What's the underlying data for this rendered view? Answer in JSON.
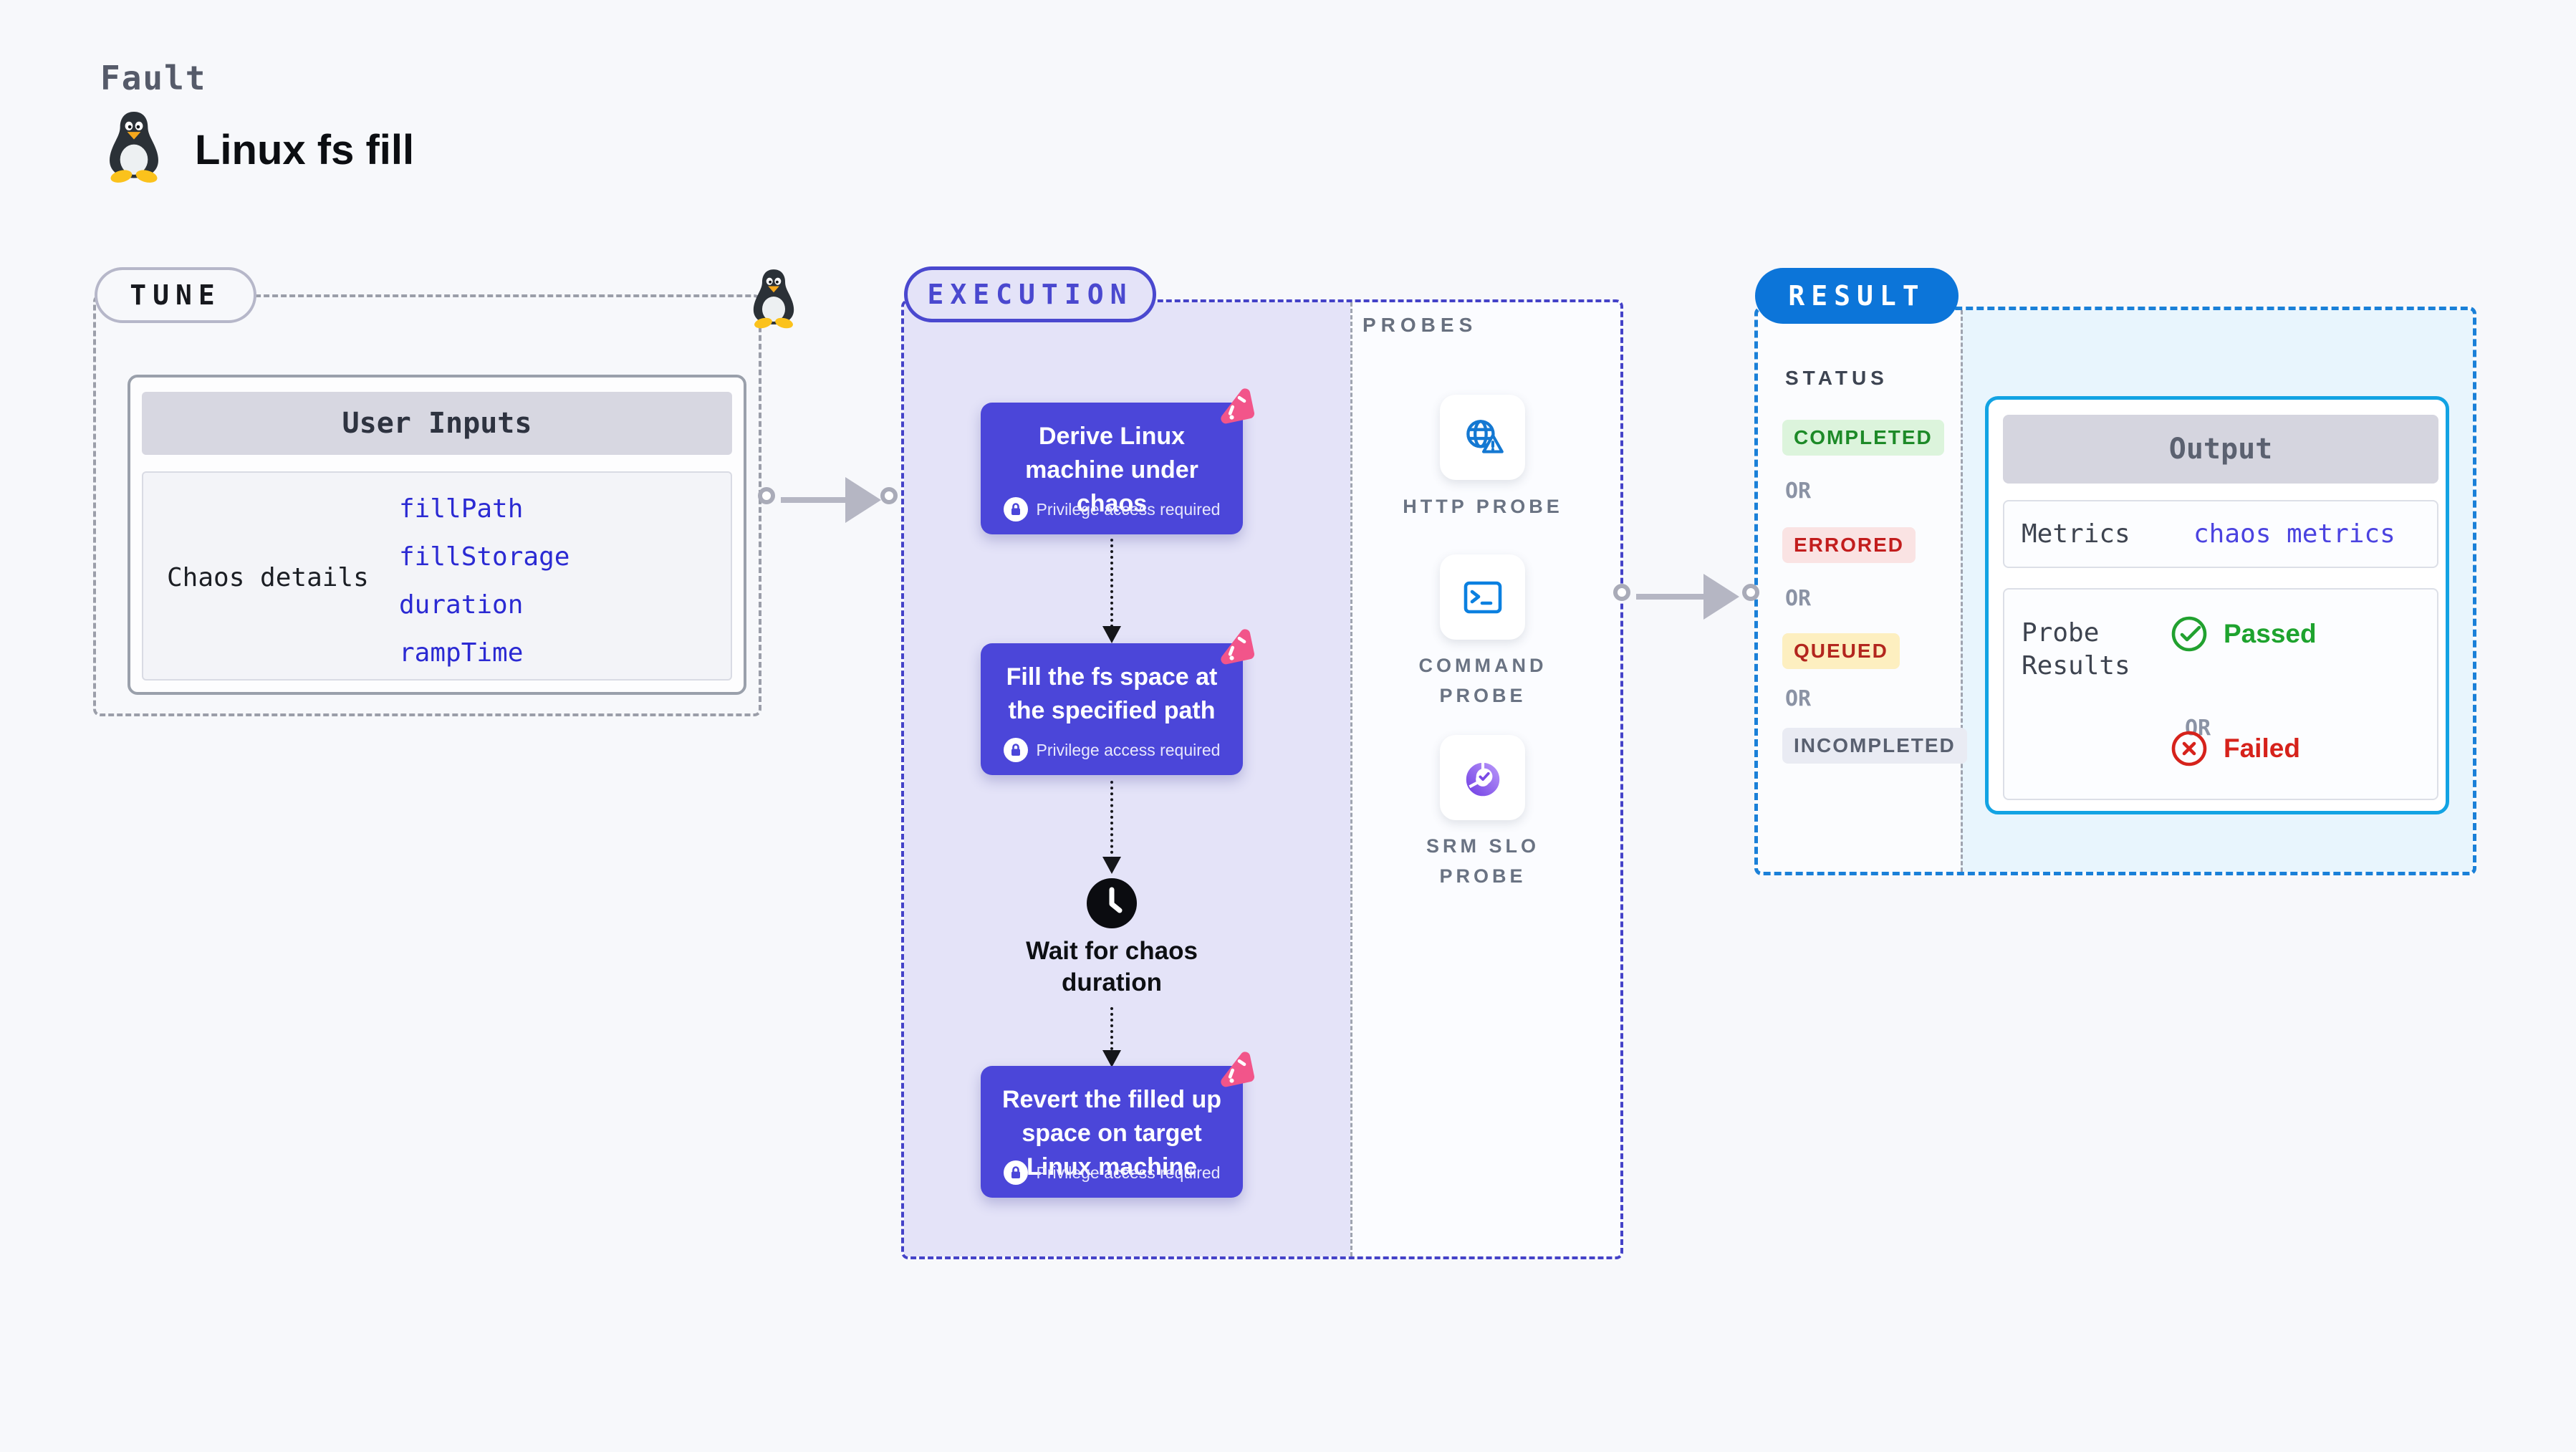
{
  "page": {
    "kicker": "Fault",
    "title": "Linux fs fill"
  },
  "tune": {
    "label": "TUNE",
    "user_inputs_title": "User Inputs",
    "chaos_details_label": "Chaos details",
    "params": [
      "fillPath",
      "fillStorage",
      "duration",
      "rampTime"
    ]
  },
  "execution": {
    "label": "EXECUTION",
    "steps": [
      {
        "title": "Derive Linux machine under chaos",
        "badge": "Privilege access required"
      },
      {
        "title": "Fill the fs space at the specified path",
        "badge": "Privilege access required"
      },
      {
        "title": "Revert the filled up space on target Linux machine",
        "badge": "Privilege access required"
      }
    ],
    "wait_label": "Wait for chaos duration"
  },
  "probes": {
    "label": "PROBES",
    "items": [
      {
        "name": "HTTP PROBE",
        "icon": "globe-alert-icon"
      },
      {
        "name": "COMMAND PROBE",
        "icon": "terminal-icon"
      },
      {
        "name": "SRM SLO PROBE",
        "icon": "slo-donut-icon"
      }
    ]
  },
  "result": {
    "label": "RESULT",
    "status_label": "STATUS",
    "or_label": "OR",
    "statuses": [
      {
        "label": "COMPLETED",
        "fg": "#1d8a28",
        "bg": "#dcf4dc"
      },
      {
        "label": "ERRORED",
        "fg": "#c21d1d",
        "bg": "#fae3e3"
      },
      {
        "label": "QUEUED",
        "fg": "#b3261e",
        "bg": "#fdefc0"
      },
      {
        "label": "INCOMPLETED",
        "fg": "#596070",
        "bg": "#e9ebf3"
      }
    ],
    "output": {
      "title": "Output",
      "metrics_label": "Metrics",
      "metrics_value": "chaos metrics",
      "probe_results_label": "Probe Results",
      "passed_label": "Passed",
      "failed_label": "Failed"
    }
  },
  "colors": {
    "page_bg": "#f7f8fb",
    "execution_accent": "#4442c8",
    "execution_fill": "#e4e3f8",
    "step_card": "#4b46d9",
    "chaos_pink": "#f2558a",
    "result_accent": "#1a80d8",
    "result_fill": "#e8f5fd",
    "result_pill": "#0c75d9",
    "output_border": "#12a3e3",
    "probe_blue": "#0f7fd8",
    "slo_purple": "#8a5cf0",
    "passed_green": "#1ea32e",
    "failed_red": "#d6221b",
    "param_blue": "#2b2ad3",
    "link_indigo": "#4b43e0"
  }
}
